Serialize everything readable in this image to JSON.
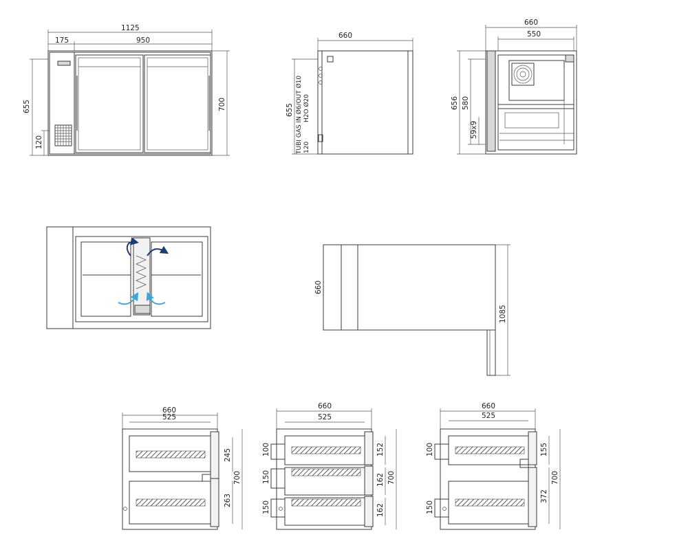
{
  "front_view": {
    "overall_width": "1125",
    "left_width": "175",
    "doors_width": "950",
    "height_left": "655",
    "height_right": "700",
    "base_height": "120"
  },
  "side_view": {
    "depth": "660",
    "height": "655",
    "base_height": "120",
    "connections_label": "TUBI GAS IN Ø6/OUT Ø10",
    "water_label": "H2O Ø20"
  },
  "section_view": {
    "outer_depth": "660",
    "inner_depth": "550",
    "height_outer": "656",
    "height_inner": "580",
    "small_dim": "59x9"
  },
  "top_view": {
    "depth": "660",
    "depth_open": "1085"
  },
  "drawer_views": [
    {
      "outer": "660",
      "inner": "525",
      "height": "700",
      "right_dims": [
        "245",
        "263"
      ],
      "left_dims": []
    },
    {
      "outer": "660",
      "inner": "525",
      "height": "700",
      "right_dims": [
        "152",
        "162",
        "162"
      ],
      "left_dims": [
        "100",
        "150",
        "150"
      ]
    },
    {
      "outer": "660",
      "inner": "525",
      "height": "700",
      "right_dims": [
        "155",
        "372"
      ],
      "left_dims": [
        "100",
        "150"
      ]
    }
  ]
}
